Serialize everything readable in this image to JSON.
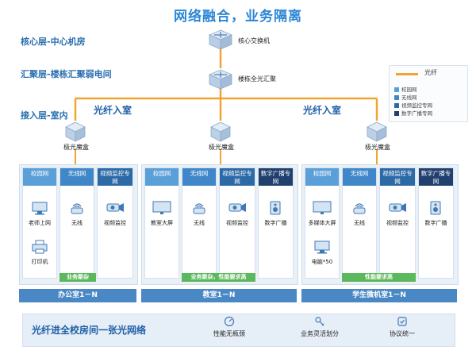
{
  "title": "网络融合，业务隔离",
  "layers": {
    "core": "核心层-中心机房",
    "aggregation": "汇聚层-楼栋汇聚弱电间",
    "access": "接入层-室内"
  },
  "nodes": {
    "core_switch": "核心交换机",
    "aggregation": "楼栋全光汇聚",
    "onu": "极光魔盒"
  },
  "fiber_label": "光纤入室",
  "legend": {
    "line_label": "光纤",
    "items": [
      {
        "label": "校园网",
        "color": "#5a9fd8"
      },
      {
        "label": "无线网",
        "color": "#3f87c9"
      },
      {
        "label": "视频监控专网",
        "color": "#2c6aa6"
      },
      {
        "label": "数字广播专网",
        "color": "#21406e"
      }
    ]
  },
  "rooms": [
    {
      "columns": [
        {
          "header": "校园网",
          "devices": [
            "老师上网",
            "打印机"
          ]
        },
        {
          "header": "无线网",
          "devices": [
            "无线"
          ]
        },
        {
          "header": "视频监控专网",
          "devices": [
            "视频监控"
          ]
        }
      ],
      "tag": "业务聚杂",
      "bar": "办公室1－N"
    },
    {
      "columns": [
        {
          "header": "校园网",
          "devices": [
            "教室大屏"
          ]
        },
        {
          "header": "无线网",
          "devices": [
            "无线"
          ]
        },
        {
          "header": "视频监控专网",
          "devices": [
            "视频监控"
          ]
        },
        {
          "header": "数字广播专网",
          "devices": [
            "数字广播"
          ]
        }
      ],
      "tag": "业务聚杂，性能要求高",
      "bar": "教室1－N"
    },
    {
      "columns": [
        {
          "header": "校园网",
          "devices": [
            "多媒体大屏",
            "电脑*50"
          ]
        },
        {
          "header": "无线网",
          "devices": [
            "无线"
          ]
        },
        {
          "header": "视频监控专网",
          "devices": [
            "视频监控"
          ]
        },
        {
          "header": "数字广播专网",
          "devices": [
            "数字广播"
          ]
        }
      ],
      "tag": "性能要求高",
      "bar": "学生微机室1－N"
    }
  ],
  "bottom": {
    "title": "光纤进全校房间一张光网络",
    "features": [
      "性能无瓶颈",
      "业务灵活划分",
      "协议统一"
    ]
  },
  "colors": {
    "fiber": "#f0a431",
    "title": "#2c86d6",
    "tag_green": "#5cb85c",
    "room_bar": "#4a87c5"
  }
}
